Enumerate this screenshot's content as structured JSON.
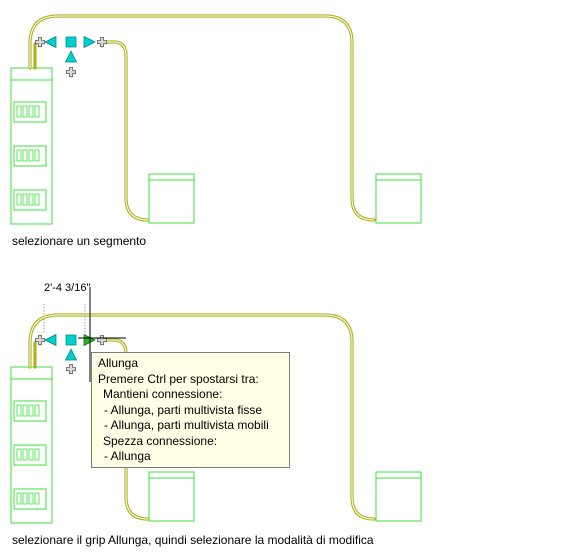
{
  "captions": {
    "top": "selezionare un segmento",
    "bottom": "selezionare il grip Allunga, quindi selezionare la modalità di modifica"
  },
  "dimension": {
    "label": "2'-4 3/16\""
  },
  "tooltip": {
    "title": "Allunga",
    "line1": "Premere Ctrl per spostarsi tra:",
    "line2": "Mantieni connessione:",
    "line3": "- Allunga, parti multivista fisse",
    "line4": "- Allunga, parti multivista mobili",
    "line5": "Spezza connessione:",
    "line6": "- Allunga"
  },
  "colors": {
    "wire": "#b2b21c",
    "equipment": "#3ce13c",
    "grip": "#00c8c8",
    "grip_plus": "#707070",
    "tooltip_bg": "#ffffe6"
  },
  "icons": [
    "stretch-grip-icon",
    "location-grip-icon",
    "add-grip-icon",
    "crosshair-cursor-icon"
  ]
}
